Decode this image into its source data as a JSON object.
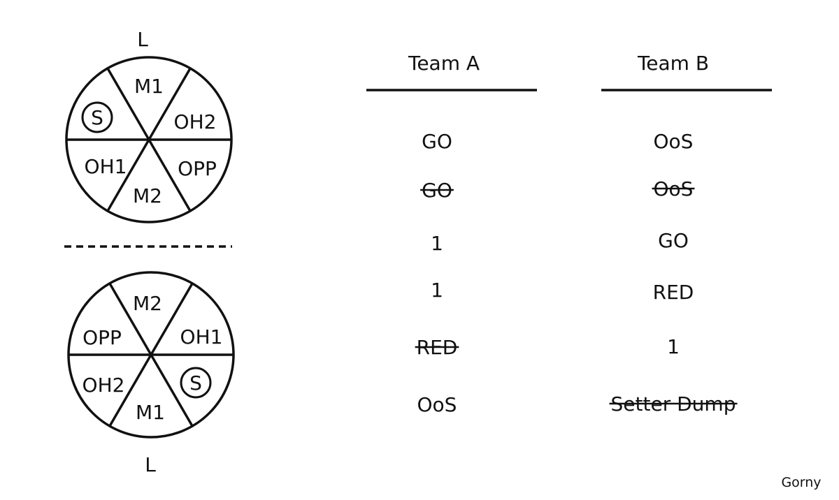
{
  "top_rotation": {
    "libero_label": "L",
    "positions": {
      "top": "M1",
      "top_right": "OH2",
      "bottom_right": "OPP",
      "bottom": "M2",
      "bottom_left": "OH1",
      "top_left": "S"
    },
    "circled": "top_left"
  },
  "bottom_rotation": {
    "libero_label": "L",
    "positions": {
      "top": "M2",
      "top_right": "OH1",
      "bottom_right": "S",
      "bottom": "M1",
      "bottom_left": "OH2",
      "top_left": "OPP"
    },
    "circled": "bottom_right"
  },
  "teams": [
    {
      "name": "Team A",
      "items": [
        {
          "text": "GO",
          "struck": false
        },
        {
          "text": "GO",
          "struck": true
        },
        {
          "text": "1",
          "struck": false
        },
        {
          "text": "1",
          "struck": false
        },
        {
          "text": "RED",
          "struck": true
        },
        {
          "text": "OoS",
          "struck": false
        }
      ]
    },
    {
      "name": "Team B",
      "items": [
        {
          "text": "OoS",
          "struck": false
        },
        {
          "text": "OoS",
          "struck": true
        },
        {
          "text": "GO",
          "struck": false
        },
        {
          "text": "RED",
          "struck": false
        },
        {
          "text": "1",
          "struck": false
        },
        {
          "text": "Setter Dump",
          "struck": true
        }
      ]
    }
  ],
  "signature": "Gorny"
}
